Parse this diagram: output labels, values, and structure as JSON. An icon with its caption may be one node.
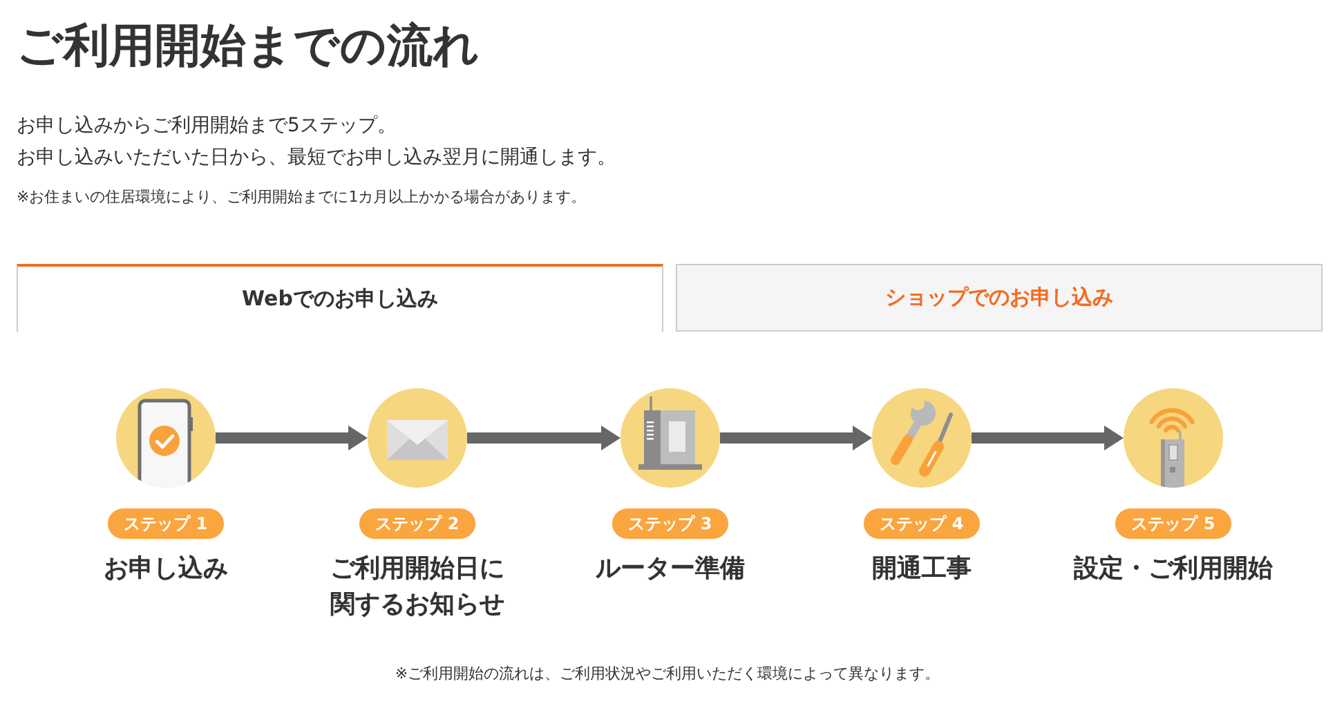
{
  "diagram": {
    "title": "ご利用開始までの流れ",
    "nodes": [
      {
        "text": [
          "Webでのお申し込み"
        ]
      },
      {
        "text": [
          "ショップでのお申し込み"
        ]
      },
      {
        "text": [
          "ステップ 1",
          "お申し込み"
        ]
      },
      {
        "text": [
          "ステップ 2",
          "ご利用開始日に関するお知らせ"
        ]
      },
      {
        "text": [
          "ステップ 3",
          "ルーター準備"
        ]
      },
      {
        "text": [
          "ステップ 4",
          "開通工事"
        ]
      },
      {
        "text": [
          "ステップ 5",
          "設定・ご利用開始"
        ]
      }
    ],
    "edges": [
      {
        "from": 2,
        "to": 3,
        "arrow": "to"
      },
      {
        "from": 3,
        "to": 4,
        "arrow": "to"
      },
      {
        "from": 4,
        "to": 5,
        "arrow": "to"
      },
      {
        "from": 5,
        "to": 6,
        "arrow": "to"
      }
    ],
    "labels": [
      "お申し込みからご利用開始まで5ステップ。",
      "お申し込みいただいた日から、最短でお申し込み翌月に開通します。",
      "※お住まいの住居環境により、ご利用開始までに1カ月以上かかる場合があります。",
      "※ご利用開始の流れは、ご利用状況やご利用いただく環境によって異なります。"
    ]
  }
}
